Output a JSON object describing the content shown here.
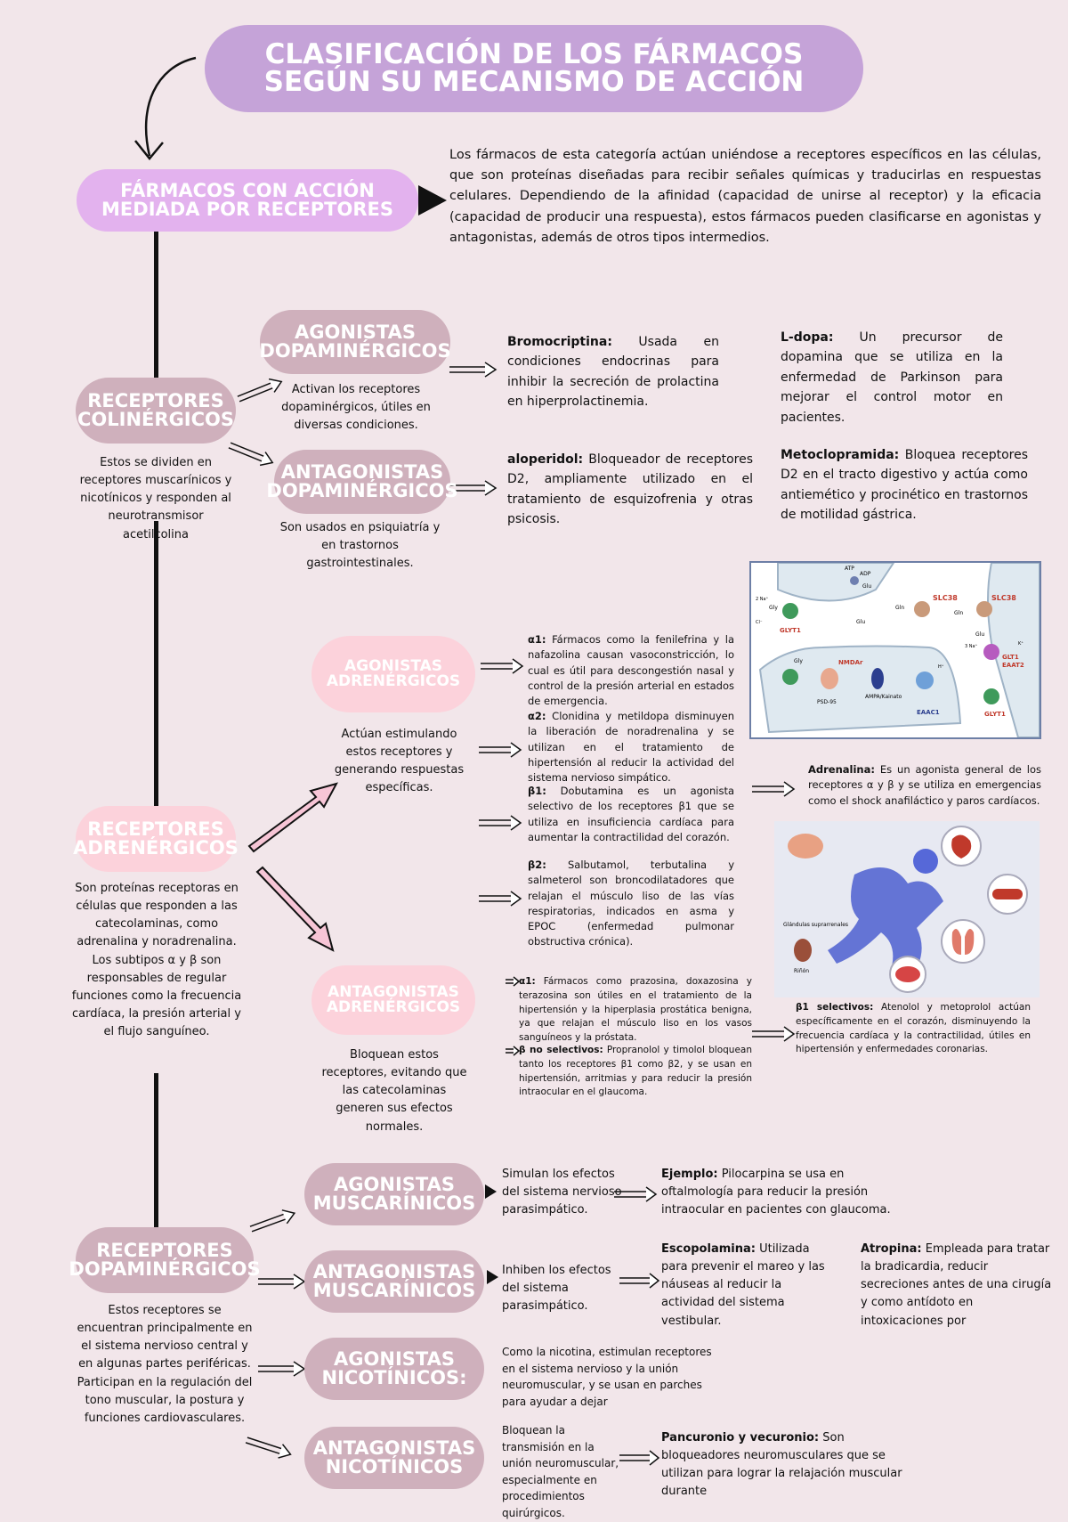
{
  "title": "CLASIFICACIÓN DE LOS FÁRMACOS SEGÚN SU MECANISMO DE ACCIÓN",
  "main_node": {
    "label": "FÁRMACOS CON ACCIÓN MEDIADA POR RECEPTORES",
    "description": "Los fármacos de esta categoría actúan uniéndose a receptores específicos en las células, que son proteínas diseñadas para recibir señales químicas y traducirlas en respuestas celulares. Dependiendo de la afinidad (capacidad de unirse al receptor) y la eficacia (capacidad de producir una respuesta), estos fármacos pueden clasificarse en agonistas y antagonistas, además de otros tipos intermedios."
  },
  "colinergicos": {
    "label": "RECEPTORES COLINÉRGICOS",
    "note": "Estos se dividen en receptores muscarínicos y nicotínicos y responden al neurotransmisor acetilcolina",
    "agonistas": {
      "label": "AGONISTAS DOPAMINÉRGICOS",
      "note": "Activan los receptores dopaminérgicos, útiles en diversas condiciones.",
      "ex1_name": "Bromocriptina:",
      "ex1_text": " Usada en condiciones endocrinas para inhibir la secreción de prolactina en hiperprolactinemia.",
      "ex2_name": "L-dopa:",
      "ex2_text": " Un precursor de dopamina que se utiliza en la enfermedad de Parkinson para mejorar el control motor en pacientes."
    },
    "antagonistas": {
      "label": "ANTAGONISTAS DOPAMINÉRGICOS",
      "note": "Son usados en psiquiatría y en trastornos gastrointestinales.",
      "ex1_name": "aloperidol:",
      "ex1_text": " Bloqueador de receptores D2, ampliamente utilizado en el tratamiento de esquizofrenia y otras psicosis.",
      "ex2_name": "Metoclopramida:",
      "ex2_text": " Bloquea receptores D2 en el tracto digestivo y actúa como antiemético y procinético en trastornos de motilidad gástrica."
    }
  },
  "adrenergicos": {
    "label": "RECEPTORES ADRENÉRGICOS",
    "note": "Son proteínas receptoras en células que responden a las catecolaminas, como adrenalina y noradrenalina. Los subtipos α y β son responsables de regular funciones como la frecuencia cardíaca, la presión arterial y el flujo sanguíneo.",
    "agonistas": {
      "label": "AGONISTAS ADRENÉRGICOS",
      "note": "Actúan estimulando estos receptores y generando respuestas específicas.",
      "a1_name": "α1:",
      "a1_text": " Fármacos como la fenilefrina y la nafazolina causan vasoconstricción, lo cual es útil para descongestión nasal y control de la presión arterial en estados de emergencia.",
      "a2_name": "α2:",
      "a2_text": " Clonidina y metildopa disminuyen la liberación de noradrenalina y se utilizan en el tratamiento de hipertensión al reducir la actividad del sistema nervioso simpático.",
      "b1_name": "β1:",
      "b1_text": " Dobutamina es un agonista selectivo de los receptores β1 que se utiliza en insuficiencia cardíaca para aumentar la contractilidad del corazón.",
      "b2_name": "β2:",
      "b2_text": " Salbutamol, terbutalina y salmeterol son broncodilatadores que relajan el músculo liso de las vías respiratorias, indicados en asma y EPOC (enfermedad pulmonar obstructiva crónica).",
      "adr_name": "Adrenalina:",
      "adr_text": " Es un agonista general de los receptores α y β y se utiliza en emergencias como el shock anafiláctico y paros cardíacos."
    },
    "antagonistas": {
      "label": "ANTAGONISTAS ADRENÉRGICOS",
      "note": "Bloquean estos receptores, evitando que las catecolaminas generen sus efectos normales.",
      "a1_name": "α1:",
      "a1_text": " Fármacos como prazosina, doxazosina y terazosina son útiles en el tratamiento de la hipertensión y la hiperplasia prostática benigna, ya que relajan el músculo liso en los vasos sanguíneos y la próstata.",
      "bns_name": "β no selectivos:",
      "bns_text": " Propranolol y timolol bloquean tanto los receptores β1 como β2, y se usan en hipertensión, arritmias y para reducir la presión intraocular en el glaucoma.",
      "b1s_name": "β1 selectivos:",
      "b1s_text": " Atenolol y metoprolol actúan específicamente en el corazón, disminuyendo la frecuencia cardíaca y la contractilidad, útiles en hipertensión y enfermedades coronarias."
    }
  },
  "synapse_image": {
    "labels": [
      "ATP",
      "ADP",
      "Glu",
      "SLC38",
      "SLC38",
      "Gln",
      "Gln",
      "Gly",
      "GLYT1",
      "Glu",
      "NMDAr",
      "AMPA/Kainato",
      "PSD-95",
      "EAAC1",
      "GLT1",
      "EAAT2",
      "GLYT1",
      "Gly",
      "Glu",
      "2 Na⁺",
      "3 Na⁺",
      "Cl⁻",
      "K⁺",
      "H⁺"
    ]
  },
  "runner_image": {
    "labels": [
      "Glándulas suprarrenales",
      "Riñón"
    ]
  },
  "dopaminergicos": {
    "label": "RECEPTORES DOPAMINÉRGICOS",
    "note": "Estos receptores se encuentran principalmente en el sistema nervioso central y en algunas partes periféricas. Participan en la regulación del tono muscular, la postura y funciones cardiovasculares.",
    "agonistas_musc": {
      "label": "AGONISTAS MUSCARÍNICOS",
      "desc": "Simulan los efectos del sistema nervioso parasimpático.",
      "ex_name": "Ejemplo:",
      "ex_text": " Pilocarpina se usa en oftalmología para reducir la presión intraocular en pacientes con glaucoma."
    },
    "antagonistas_musc": {
      "label": "ANTAGONISTAS MUSCARÍNICOS",
      "desc": "Inhiben los efectos del sistema parasimpático.",
      "ex1_name": "Escopolamina:",
      "ex1_text": " Utilizada para prevenir el mareo y las náuseas al reducir la actividad del sistema vestibular.",
      "ex2_name": "Atropina:",
      "ex2_text": " Empleada para tratar la bradicardia, reducir secreciones antes de una cirugía y como antídoto en intoxicaciones por"
    },
    "agonistas_nic": {
      "label": "AGONISTAS NICOTÍNICOS:",
      "desc": "Como la nicotina, estimulan receptores en el sistema nervioso y la unión neuromuscular, y se usan en parches para ayudar a dejar"
    },
    "antagonistas_nic": {
      "label": "ANTAGONISTAS NICOTÍNICOS",
      "desc": "Bloquean la transmisión en la unión neuromuscular, especialmente en procedimientos quirúrgicos.",
      "ex_name": "Pancuronio y vecuronio:",
      "ex_text": " Son bloqueadores neuromusculares que se utilizan para lograr la relajación muscular durante"
    }
  },
  "colors": {
    "background": "#f2e6ea",
    "title_pill": "#c5a3d8",
    "main_pill": "#e3b2ee",
    "mauve_pill": "#cfb0bc",
    "pink_pill": "#fcd2db",
    "arrow_fill": "#f7c5d6"
  }
}
